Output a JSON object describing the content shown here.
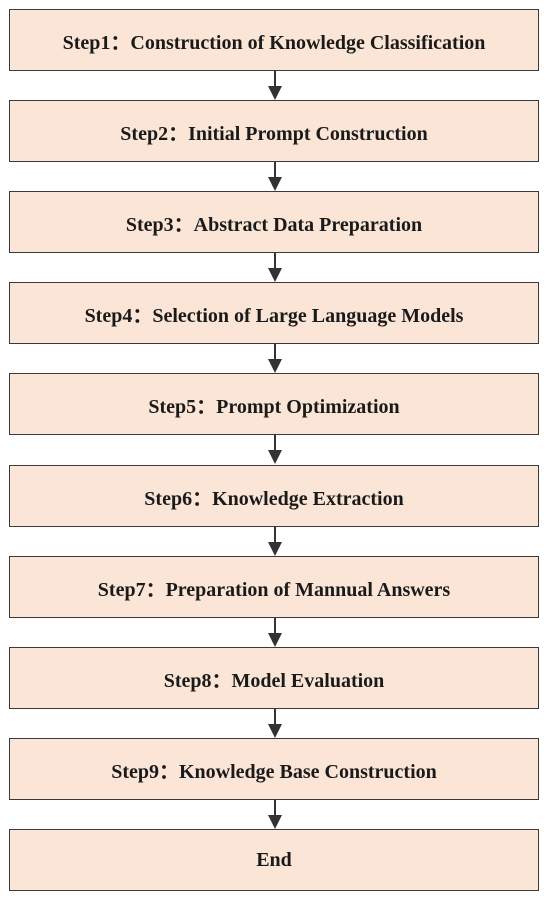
{
  "flowchart": {
    "steps": [
      {
        "label": "Step1：Construction of Knowledge Classification"
      },
      {
        "label": "Step2：Initial Prompt Construction"
      },
      {
        "label": "Step3：Abstract Data Preparation"
      },
      {
        "label": "Step4：Selection of Large Language Models"
      },
      {
        "label": "Step5：Prompt Optimization"
      },
      {
        "label": "Step6：Knowledge Extraction"
      },
      {
        "label": "Step7：Preparation of Mannual Answers"
      },
      {
        "label": "Step8：Model Evaluation"
      },
      {
        "label": "Step9：Knowledge Base Construction"
      },
      {
        "label": "End"
      }
    ],
    "colors": {
      "box_fill": "#fbe5d6",
      "box_border": "#3a3a3a",
      "arrow": "#333333",
      "text": "#1a1a1a"
    }
  }
}
